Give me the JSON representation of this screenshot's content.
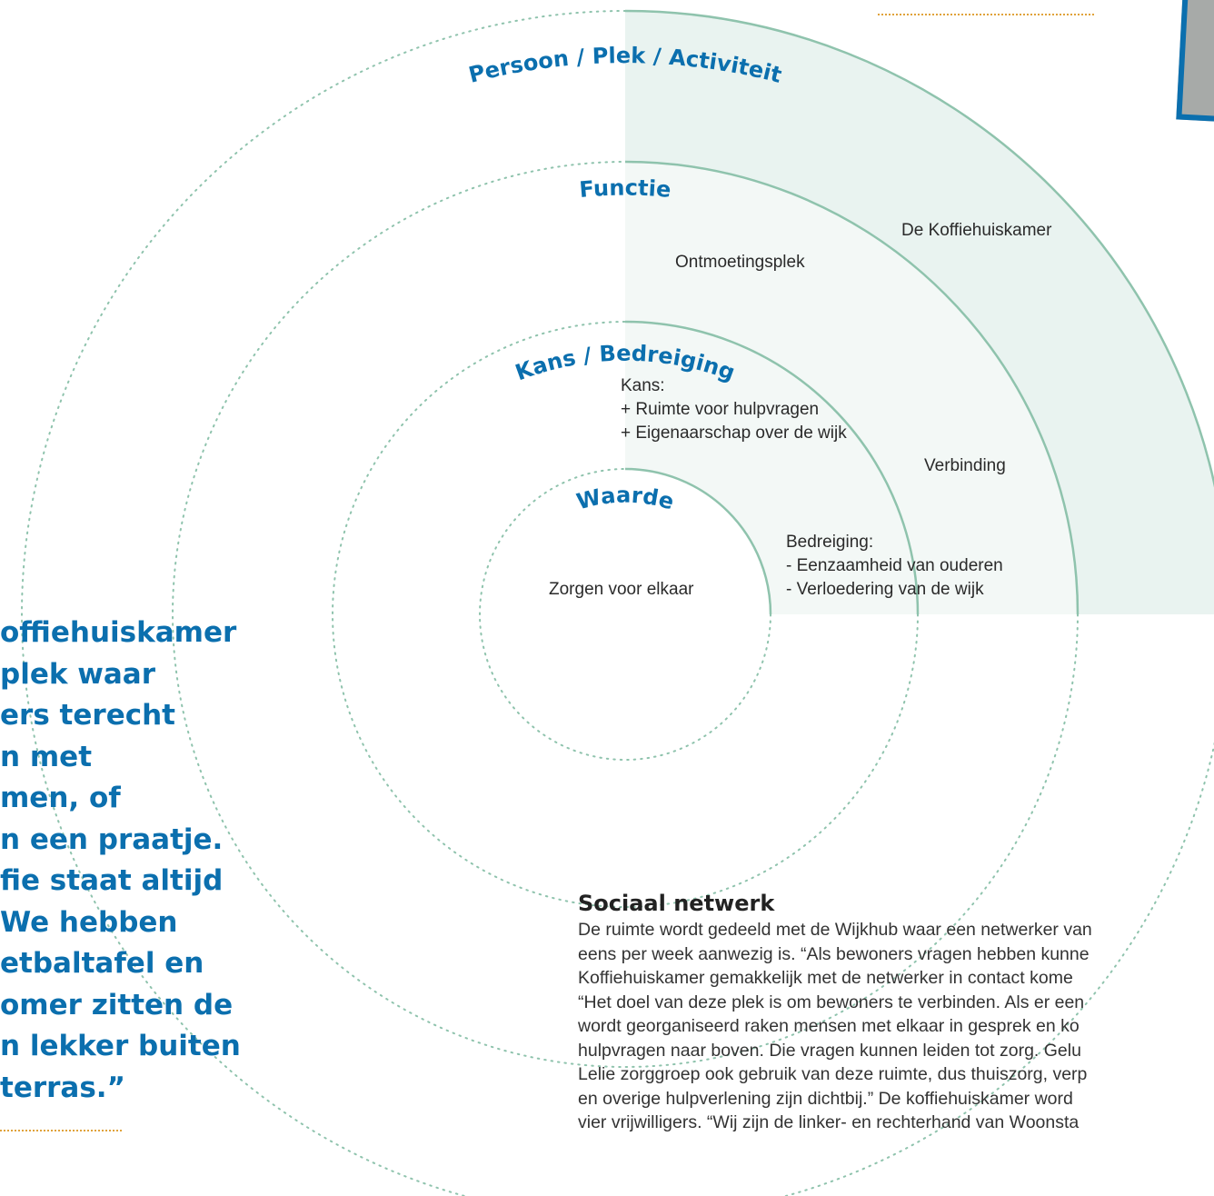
{
  "diagram": {
    "rings": {
      "outer": "Persoon / Plek / Activiteit",
      "third": "Functie",
      "second": "Kans / Bedreiging",
      "inner": "Waarde"
    },
    "segments": {
      "activity": "De Koffiehuiskamer",
      "function_1": "Ontmoetingsplek",
      "function_2": "Verbinding",
      "chance_title": "Kans:",
      "chance_1": "+ Ruimte voor hulpvragen",
      "chance_2": "+ Eigenaarschap over de wijk",
      "threat_title": "Bedreiging:",
      "threat_1": "- Eenzaamheid van ouderen",
      "threat_2": "- Verloedering van de wijk",
      "value": "Zorgen voor elkaar"
    },
    "colors": {
      "fill_outer": "#e9f3f0",
      "fill_middle": "#f3f8f6",
      "fill_inner": "#ffffff",
      "arc_stroke": "#8fc3ad",
      "dotted_circle": "#8fc3ad",
      "label_blue": "#0b6fae"
    }
  },
  "quote": {
    "lines": [
      "offiehuiskamer",
      "plek waar",
      "ers terecht",
      "n met",
      "men, of",
      "n een praatje.",
      "fie staat altijd",
      "We hebben",
      "etbaltafel en",
      "omer zitten de",
      "n lekker buiten",
      "terras.”"
    ]
  },
  "article": {
    "title": "Sociaal netwerk",
    "lines": [
      "De ruimte wordt gedeeld met de Wijkhub waar een netwerker van",
      "eens per week aanwezig is. “Als bewoners vragen hebben kunne",
      "Koffiehuiskamer gemakkelijk met de netwerker in contact kome",
      "“Het doel van deze plek is om bewoners te verbinden. Als er een",
      "wordt georganiseerd raken mensen met elkaar in gesprek en ko",
      "hulpvragen naar boven. Die vragen kunnen leiden tot zorg. Gelu",
      "Lelie zorggroep ook gebruik van deze ruimte, dus thuiszorg, verp",
      "en overige hulpverlening zijn dichtbij.” De koffiehuiskamer word",
      "vier vrijwilligers. “Wij zijn de linker- en rechterhand van Woonsta"
    ]
  }
}
